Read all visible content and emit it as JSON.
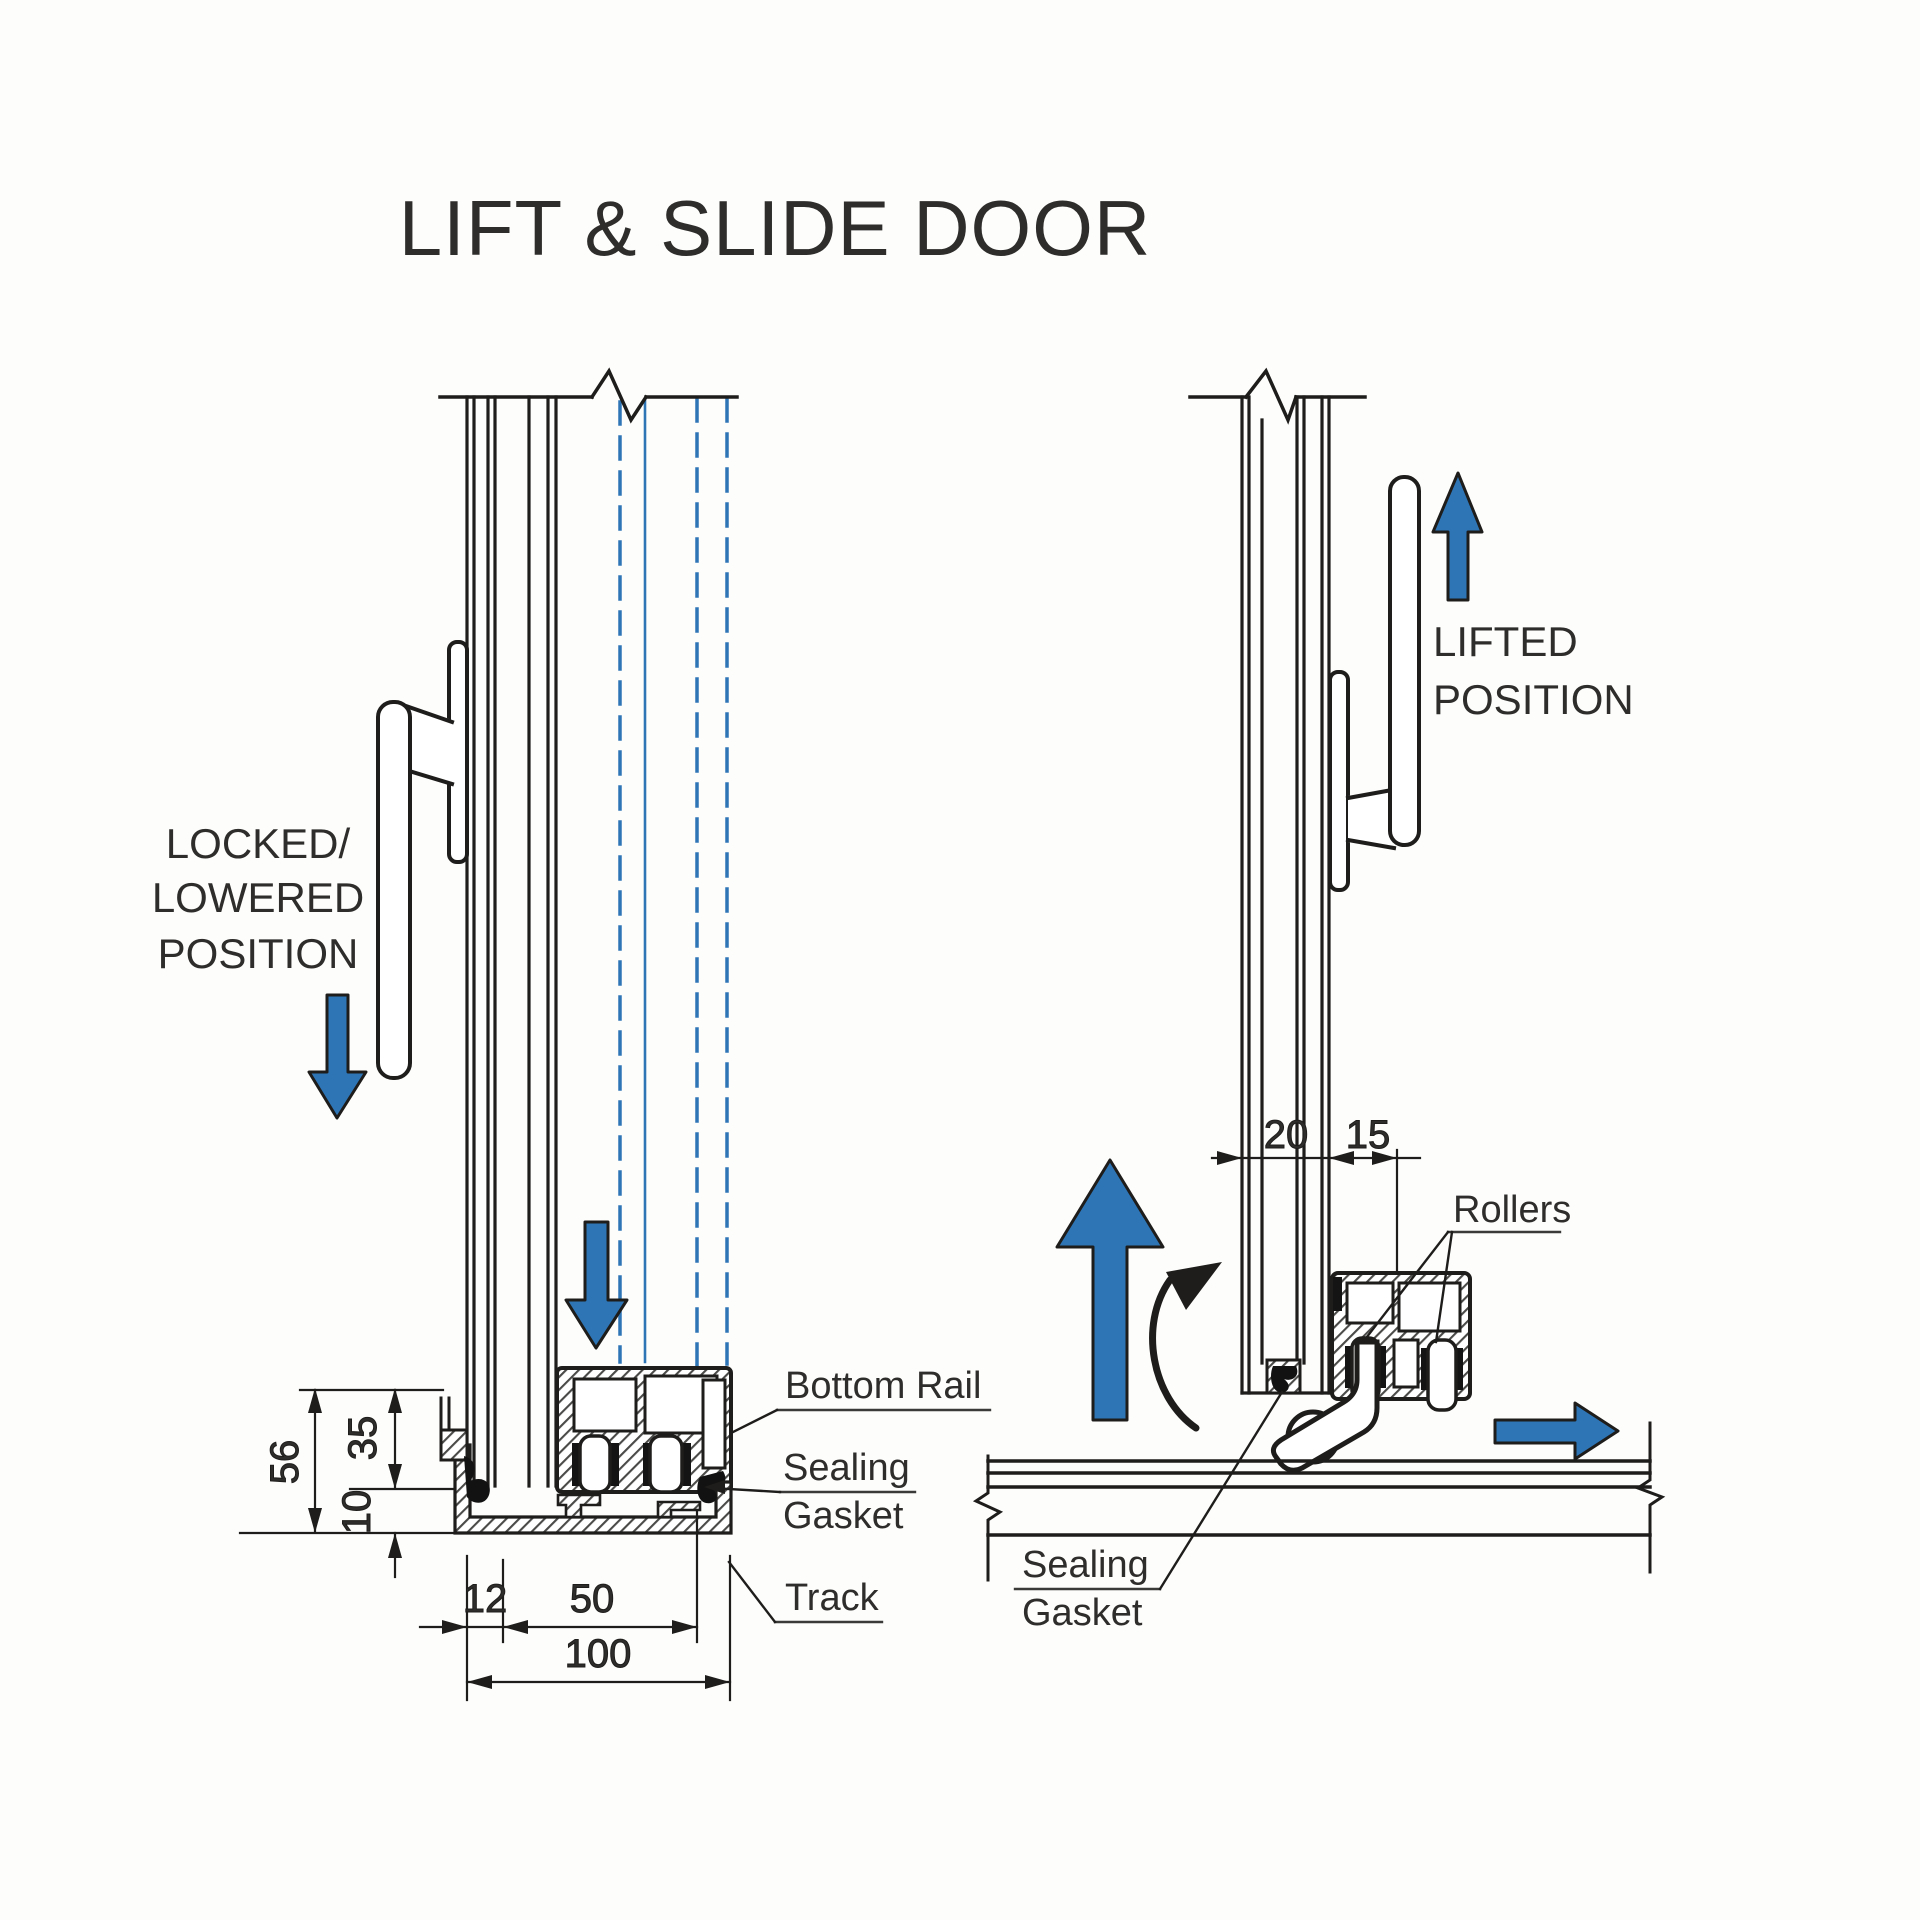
{
  "title": "LIFT & SLIDE DOOR",
  "colors": {
    "accent_blue": "#2E75B6",
    "line": "#1e1d1b"
  },
  "left_diagram": {
    "name": "locked-lowered-section",
    "state_lines": [
      "LOCKED/",
      "LOWERED",
      "POSITION"
    ],
    "part_labels": {
      "bottom_rail": "Bottom Rail",
      "sealing_line1": "Sealing",
      "sealing_line2": "Gasket",
      "track": "Track"
    },
    "dims": {
      "total_height": "56",
      "rail_height": "35",
      "track_height": "10",
      "edge_gap": "12",
      "rail_width": "50",
      "total_width": "100"
    }
  },
  "right_diagram": {
    "name": "lifted-section",
    "state_lines": [
      "LIFTED",
      "POSITION"
    ],
    "part_labels": {
      "rollers": "Rollers",
      "sealing_line1": "Sealing",
      "sealing_line2": "Gasket"
    },
    "dims": {
      "leaf_thickness": "20",
      "carriage_width": "15"
    }
  }
}
